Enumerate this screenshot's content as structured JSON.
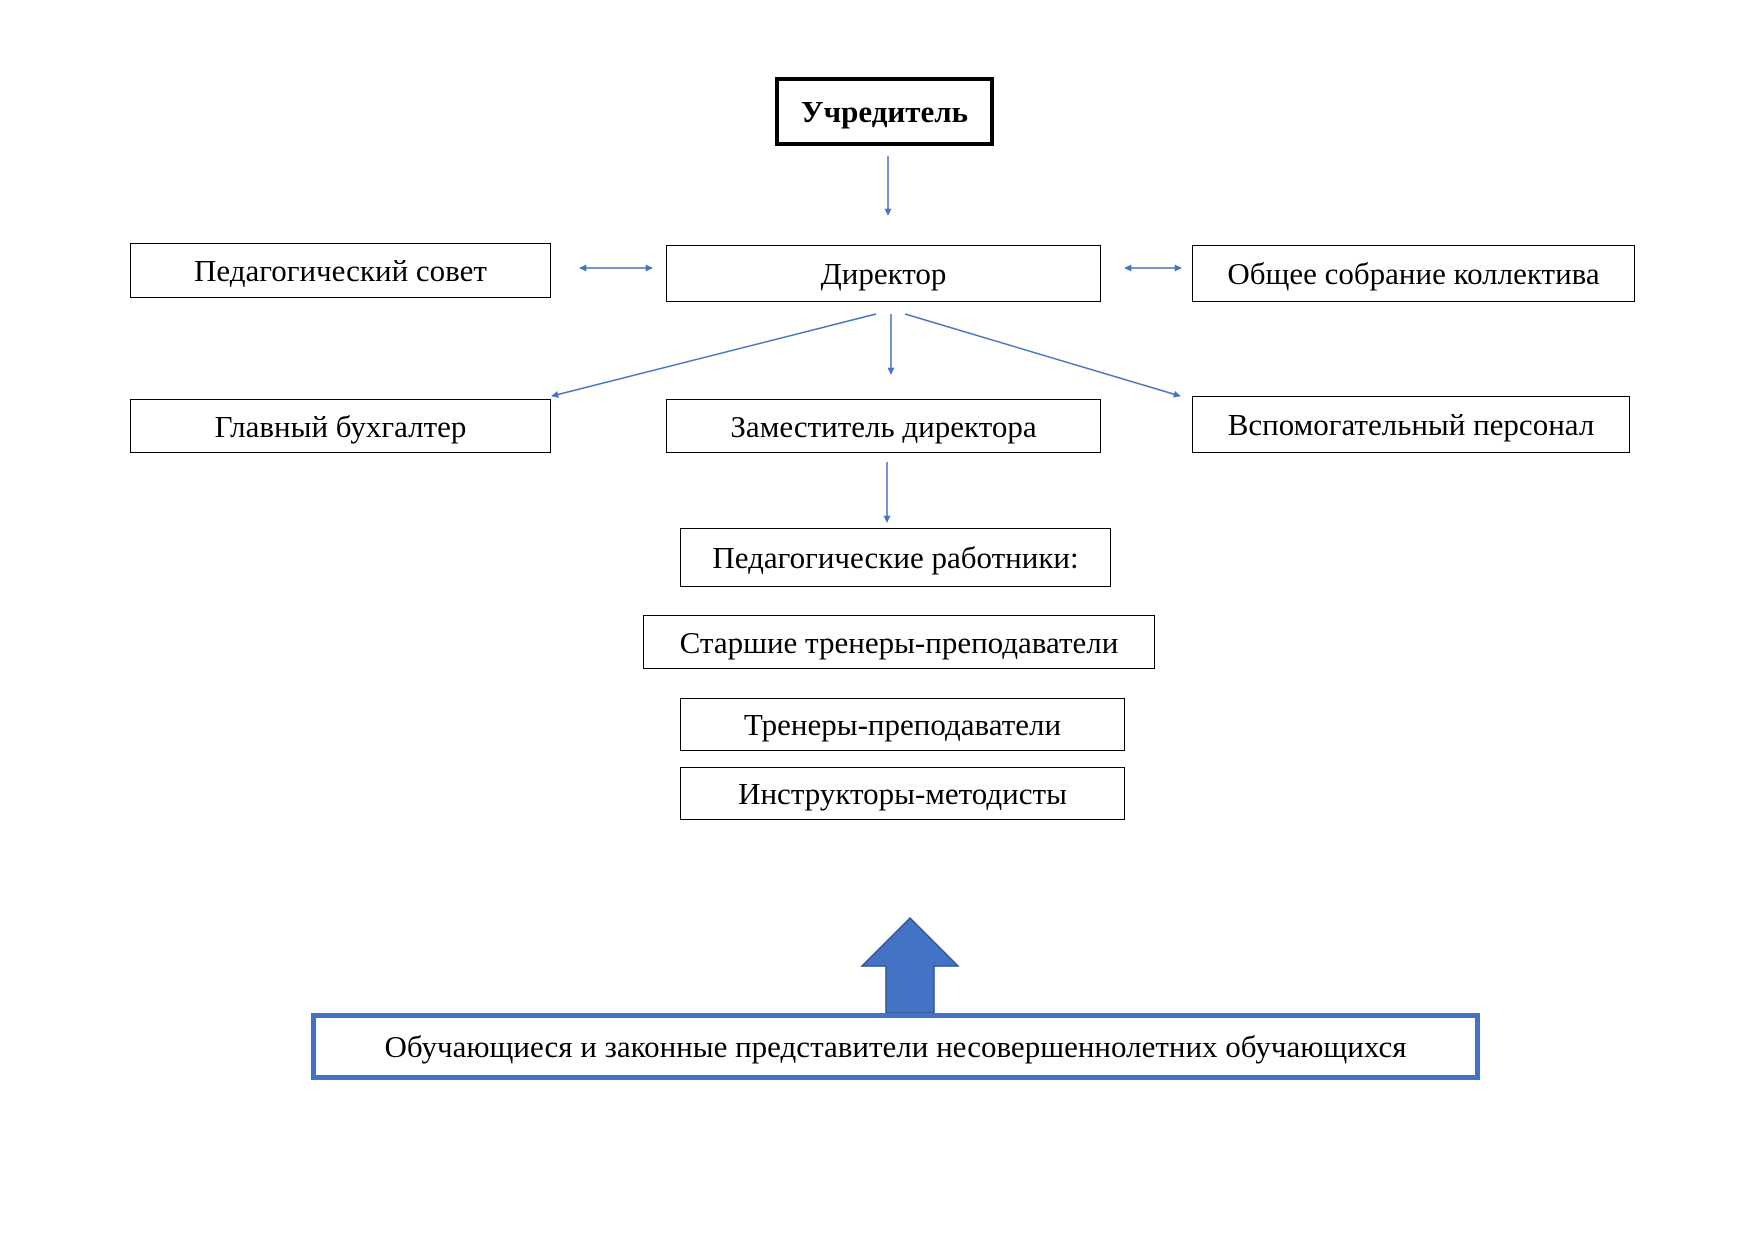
{
  "colors": {
    "box_border": "#000000",
    "connector_arrow": "#4472c4",
    "block_arrow_fill": "#4472c4",
    "block_arrow_outline": "#2f5597",
    "stakeholders_border": "#4472c4"
  },
  "nodes": {
    "founder": "Учредитель",
    "pedagogical_council": "Педагогический совет",
    "director": "Директор",
    "general_meeting": "Общее собрание коллектива",
    "chief_accountant": "Главный бухгалтер",
    "deputy_director": "Заместитель директора",
    "support_staff": "Вспомогательный персонал",
    "pedagogical_workers": "Педагогические работники:",
    "senior_coaches": "Старшие тренеры-преподаватели",
    "coaches": "Тренеры-преподаватели",
    "instructors": "Инструкторы-методисты",
    "stakeholders": "Обучающиеся и законные представители несовершеннолетних обучающихся"
  },
  "edges": [
    {
      "from": "founder",
      "to": "director",
      "direction": "one-way"
    },
    {
      "from": "director",
      "to": "pedagogical_council",
      "direction": "two-way"
    },
    {
      "from": "director",
      "to": "general_meeting",
      "direction": "two-way"
    },
    {
      "from": "director",
      "to": "chief_accountant",
      "direction": "one-way"
    },
    {
      "from": "director",
      "to": "deputy_director",
      "direction": "one-way"
    },
    {
      "from": "director",
      "to": "support_staff",
      "direction": "one-way"
    },
    {
      "from": "deputy_director",
      "to": "pedagogical_workers",
      "direction": "one-way"
    },
    {
      "from": "stakeholders",
      "to": "instructors",
      "direction": "block-arrow-up"
    }
  ]
}
